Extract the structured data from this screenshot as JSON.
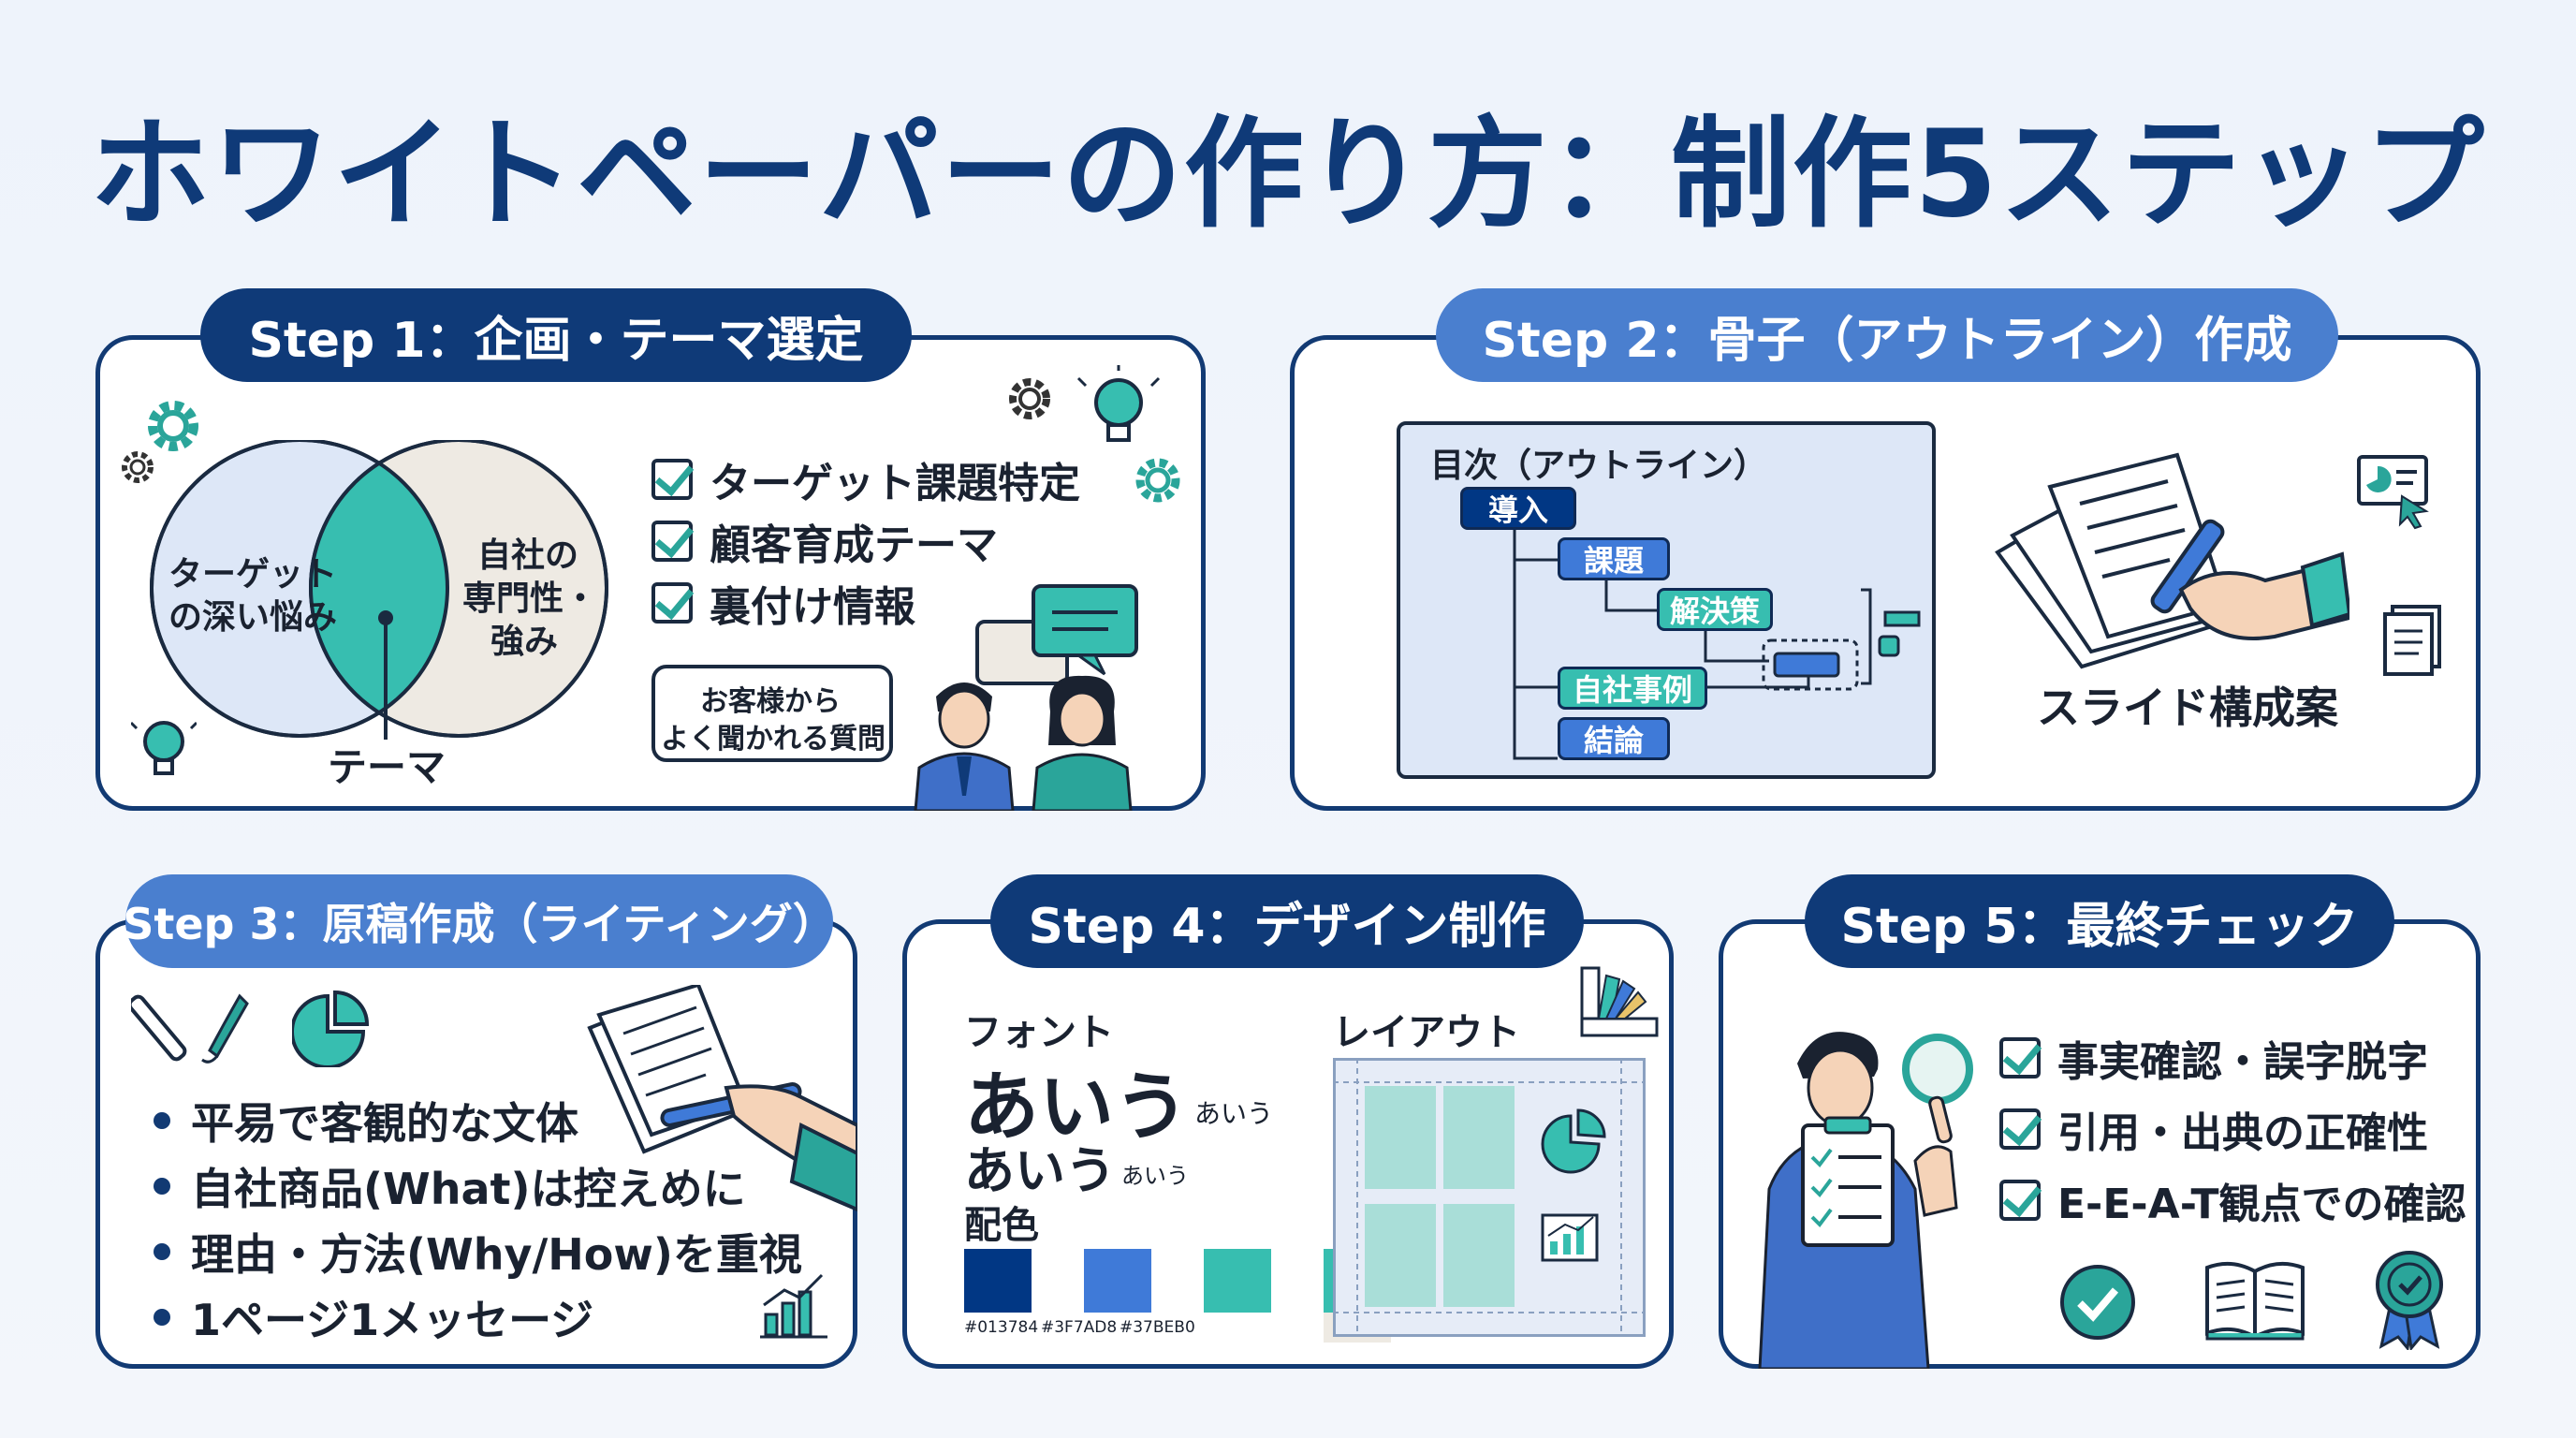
{
  "title": "ホワイトペーパーの作り方：制作5ステップ",
  "colors": {
    "navy": "#013784",
    "blue": "#3F7AD8",
    "teal": "#37BEB0",
    "beige": "#EEEAE3"
  },
  "step1": {
    "label": "Step 1：企画・テーマ選定",
    "venn_left": [
      "ターゲット",
      "の深い悩み"
    ],
    "venn_right": [
      "自社の",
      "専門性・",
      "強み"
    ],
    "venn_center": "テーマ",
    "checks": [
      "ターゲット課題特定",
      "顧客育成テーマ",
      "裏付け情報"
    ],
    "bubble": [
      "お客様から",
      "よく聞かれる質問"
    ]
  },
  "step2": {
    "label": "Step 2：骨子（アウトライン）作成",
    "toc_title": "目次（アウトライン）",
    "nodes": [
      "導入",
      "課題",
      "解決策",
      "自社事例",
      "結論"
    ],
    "slides_label": "スライド構成案"
  },
  "step3": {
    "label": "Step 3：原稿作成（ライティング）",
    "bullets": [
      "平易で客観的な文体",
      "自社商品(What)は控えめに",
      "理由・方法(Why/How)を重視",
      "1ページ1メッセージ"
    ]
  },
  "step4": {
    "label": "Step 4：デザイン制作",
    "font_label": "フォント",
    "font_sample_big": "あいう",
    "font_sample_small": "あいう",
    "layout_label": "レイアウト",
    "color_label": "配色",
    "swatches": [
      {
        "hex": "#013784",
        "label": "#013784"
      },
      {
        "hex": "#3F7AD8",
        "label": "#3F7AD8"
      },
      {
        "hex": "#37BEB0",
        "label": "#37BEB0"
      },
      {
        "hex": "#37BEB0",
        "label": ""
      }
    ]
  },
  "step5": {
    "label": "Step 5：最終チェック",
    "checks": [
      "事実確認・誤字脱字",
      "引用・出典の正確性",
      "E-E-A-T観点での確認"
    ]
  }
}
